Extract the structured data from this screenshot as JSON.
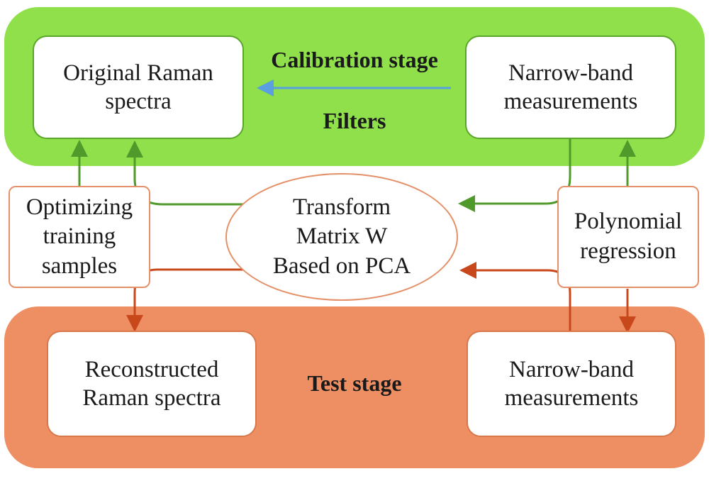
{
  "calibration_stage": {
    "label": "Calibration stage",
    "arrow_label": "Filters",
    "left_box": [
      "Original Raman",
      "spectra"
    ],
    "right_box": [
      "Narrow-band",
      "measurements"
    ]
  },
  "center": [
    "Transform",
    "Matrix W",
    "Based on PCA"
  ],
  "left_side": [
    "Optimizing",
    "training",
    "samples"
  ],
  "right_side": [
    "Polynomial",
    "regression"
  ],
  "test_stage": {
    "label": "Test stage",
    "left_box": [
      "Reconstructed",
      "Raman spectra"
    ],
    "right_box": [
      "Narrow-band",
      "measurements"
    ]
  },
  "colors": {
    "calibration_fill": "#8fe04a",
    "test_fill": "#ee8f63",
    "green_arrow": "#4f9a2a",
    "orange_arrow": "#c8481c",
    "blue_arrow": "#5aa0e0"
  }
}
